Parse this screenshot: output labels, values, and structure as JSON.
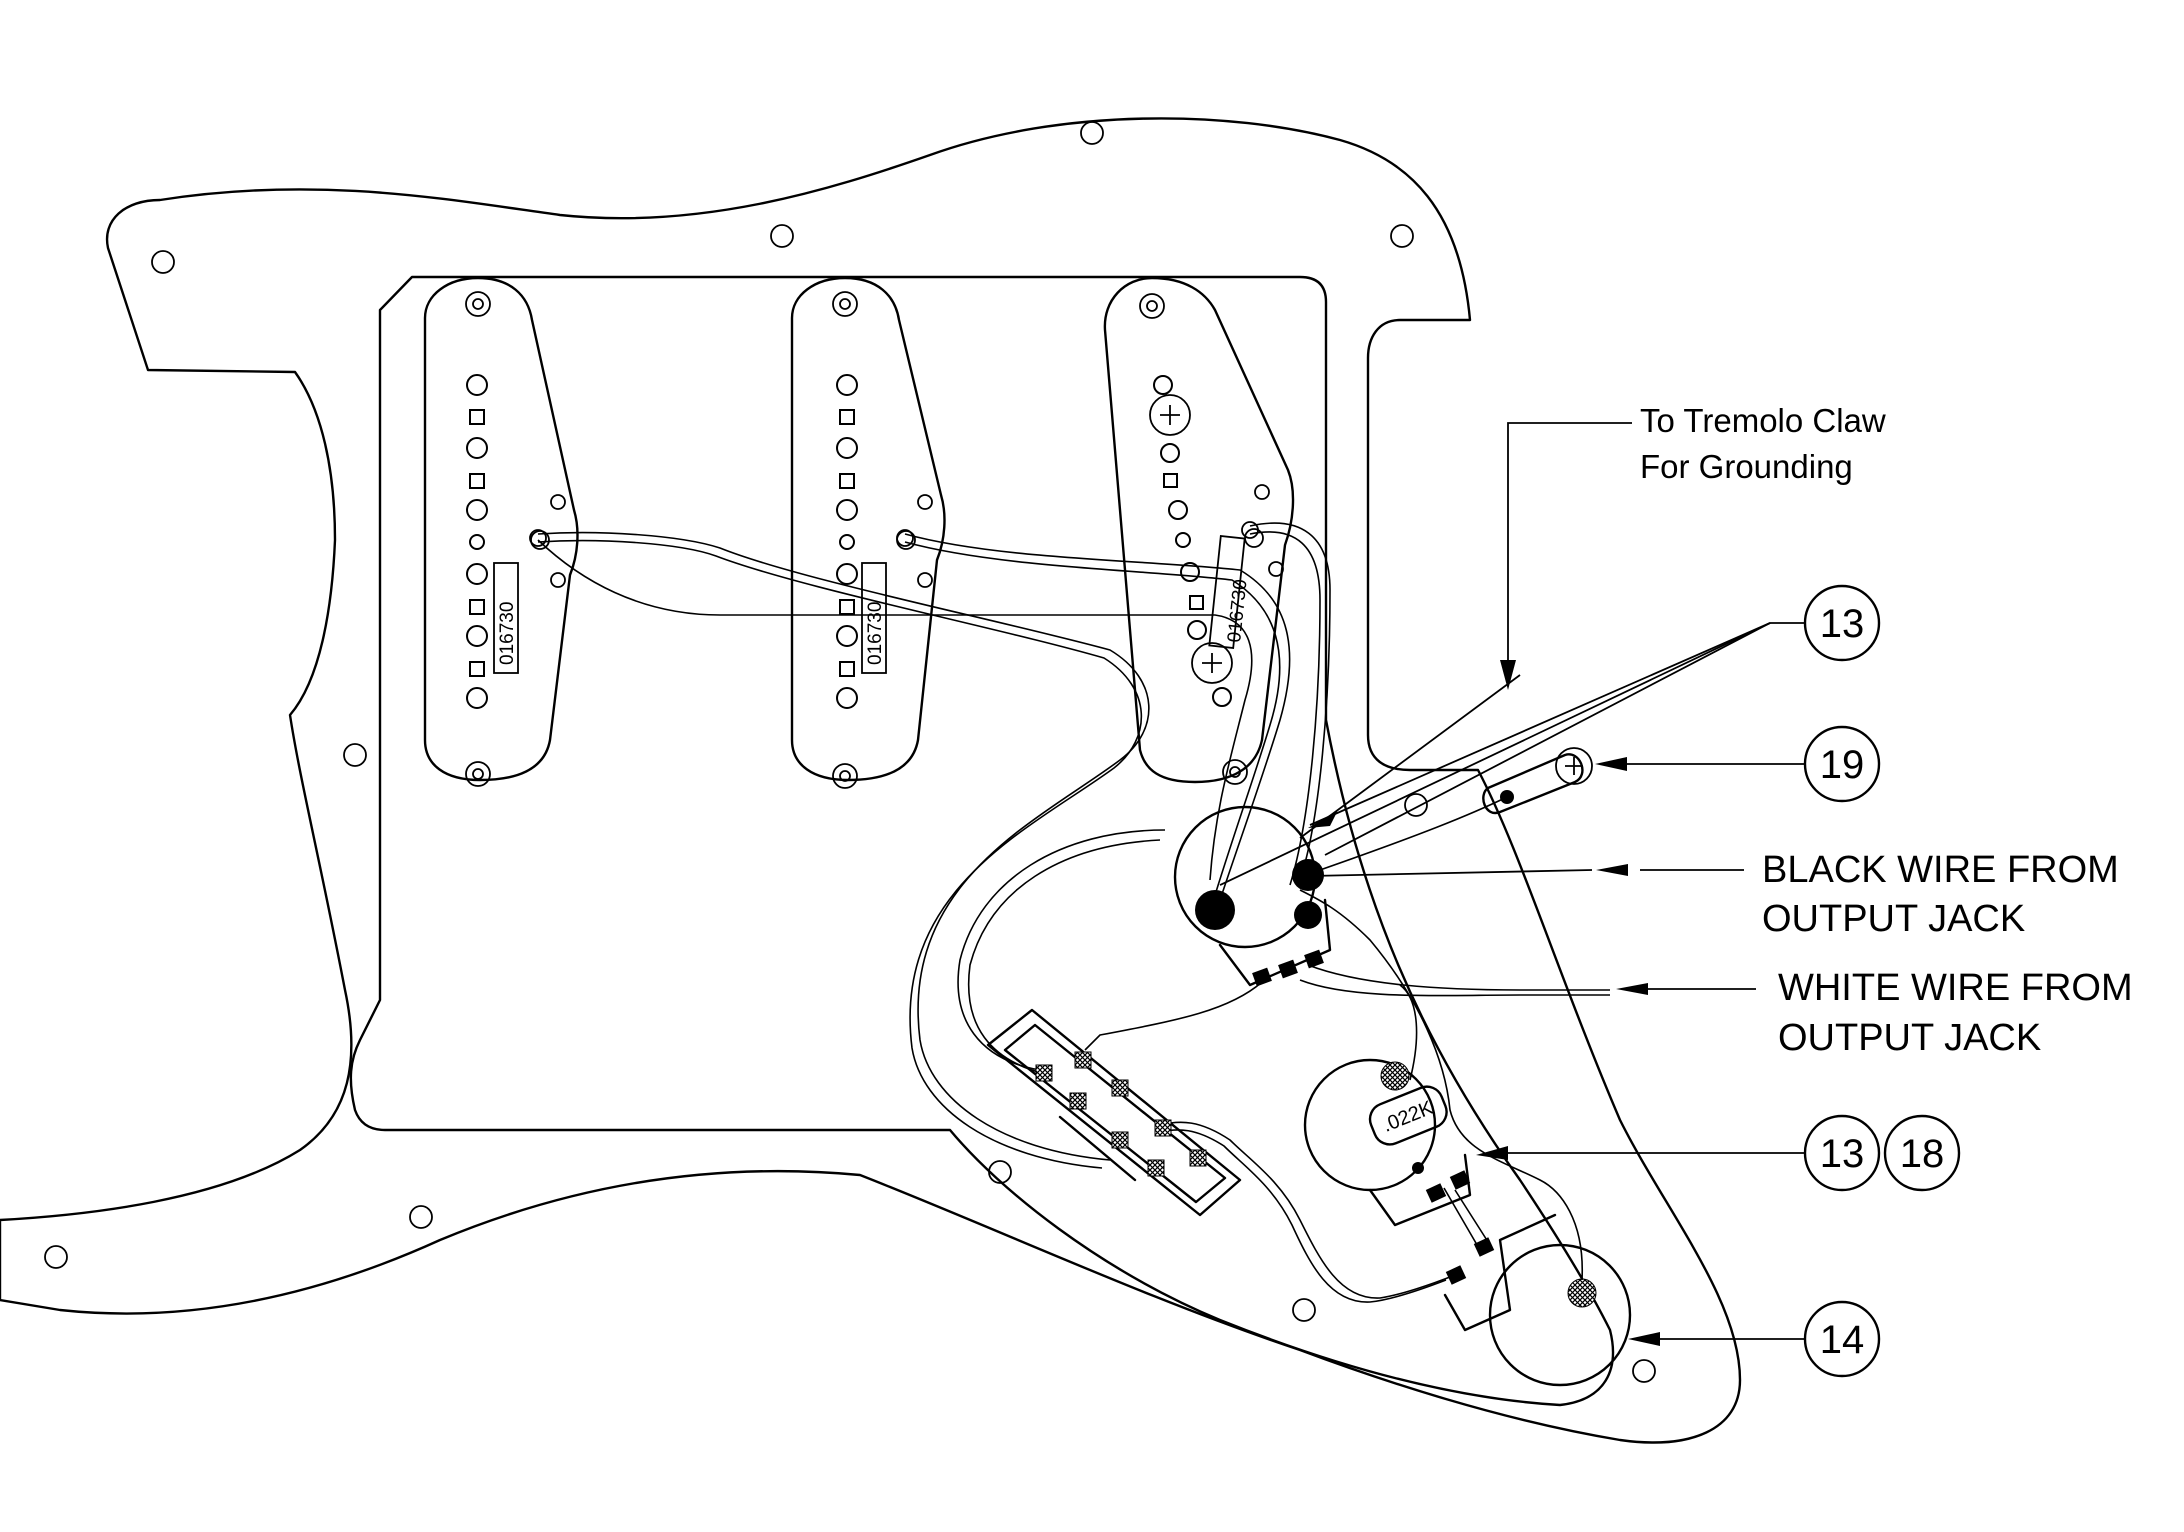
{
  "pickup_codes": {
    "neck": "016730",
    "middle": "016730",
    "bridge": "016730"
  },
  "capacitor_label": ".022K",
  "annotations": {
    "tremolo_line1": "To Tremolo Claw",
    "tremolo_line2": "For Grounding",
    "black_wire_line1": "BLACK WIRE  FROM",
    "black_wire_line2": "OUTPUT JACK",
    "white_wire_line1": "WHITE WIRE FROM",
    "white_wire_line2": "OUTPUT JACK"
  },
  "callouts": {
    "volume_pot": "13",
    "ground_lug": "19",
    "tone_pot": "13",
    "tone_pot_extra": "18",
    "second_tone_pot": "14"
  }
}
